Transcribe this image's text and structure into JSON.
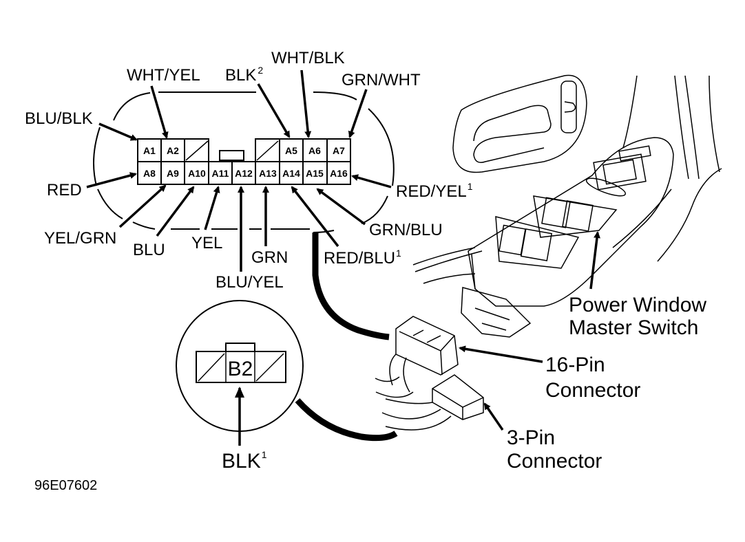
{
  "diagram_id": "96E07602",
  "connector_16pin": {
    "pins_top": [
      "A1",
      "A2",
      "",
      "",
      "A5",
      "A6",
      "A7"
    ],
    "pins_bottom": [
      "A8",
      "A9",
      "A10",
      "A11",
      "A12",
      "A13",
      "A14",
      "A15",
      "A16"
    ]
  },
  "wire_labels": {
    "blu_blk": "BLU/BLK",
    "wht_yel": "WHT/YEL",
    "blk2": "BLK",
    "blk2_sup": "2",
    "wht_blk": "WHT/BLK",
    "grn_wht": "GRN/WHT",
    "red": "RED",
    "red_yel": "RED/YEL",
    "red_yel_sup": "1",
    "yel_grn": "YEL/GRN",
    "blu": "BLU",
    "yel": "YEL",
    "grn": "GRN",
    "blu_yel": "BLU/YEL",
    "red_blu": "RED/BLU",
    "red_blu_sup": "1",
    "grn_blu": "GRN/BLU"
  },
  "connector_3pin": {
    "pin": "B2",
    "wire": "BLK",
    "wire_sup": "1"
  },
  "callouts": {
    "master_switch_line1": "Power Window",
    "master_switch_line2": "Master Switch",
    "pin16_line1": "16-Pin",
    "pin16_line2": "Connector",
    "pin3_line1": "3-Pin",
    "pin3_line2": "Connector"
  }
}
